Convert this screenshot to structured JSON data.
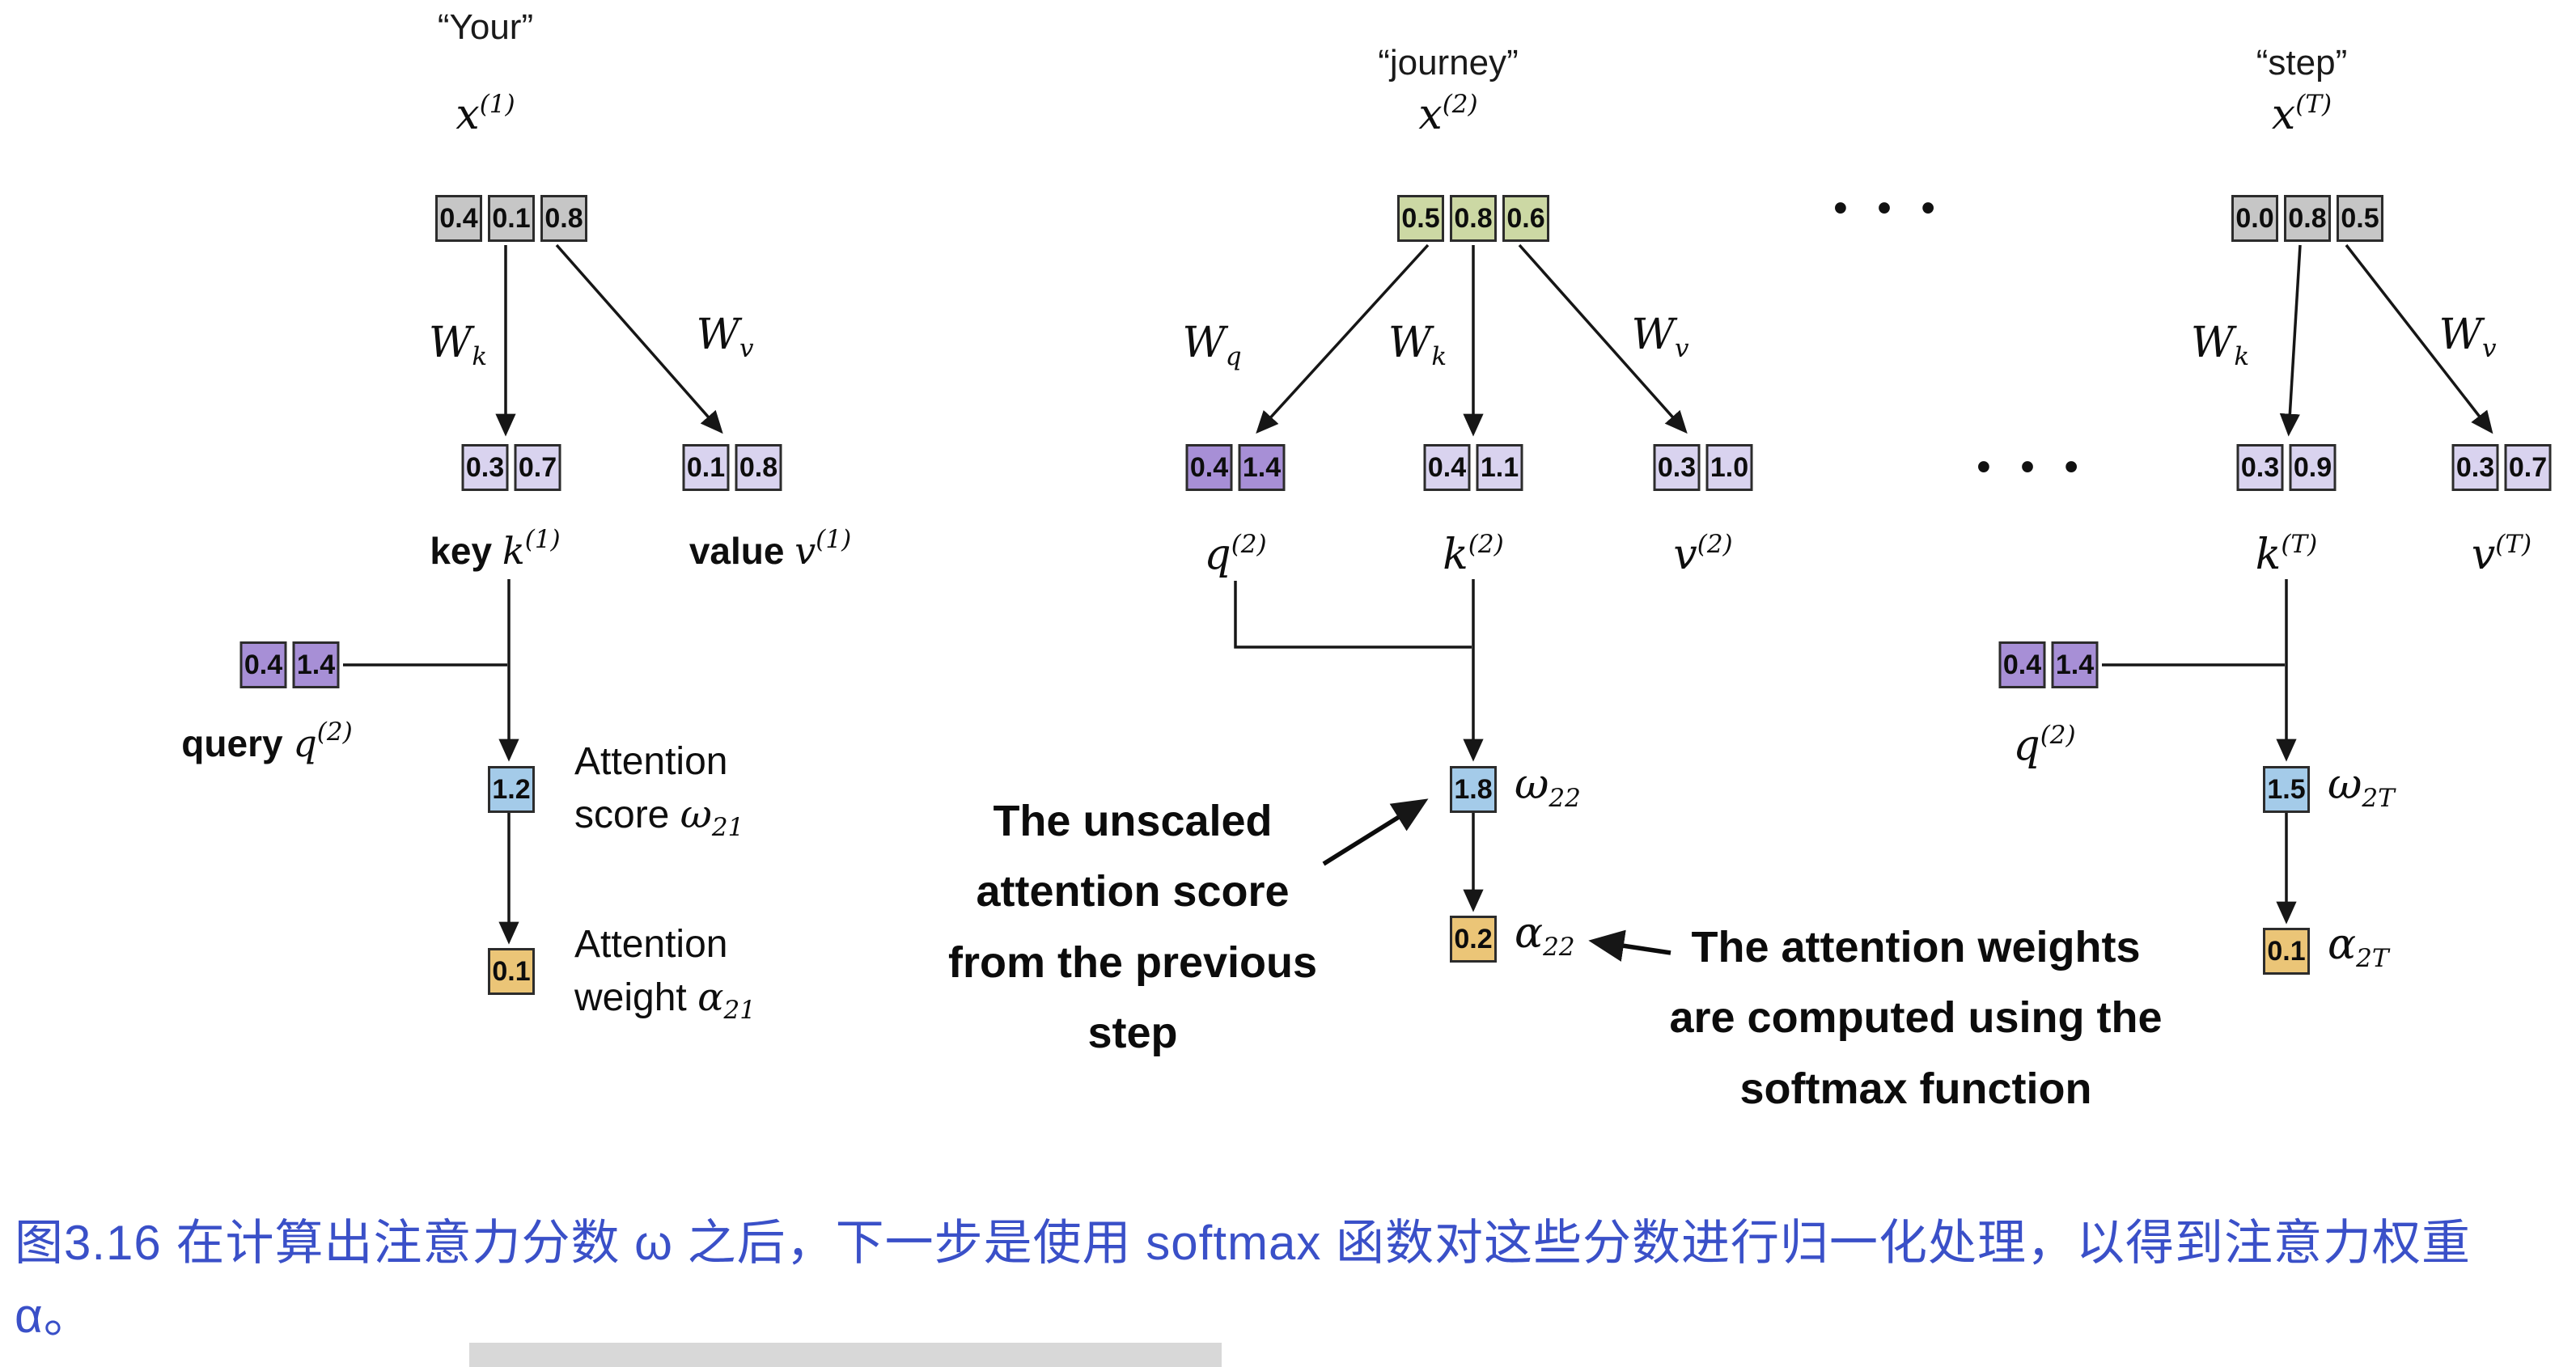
{
  "colors": {
    "gray": "#c6c6c6",
    "green": "#ccd8a4",
    "light_purple": "#d9d3ef",
    "purple": "#a78fd6",
    "blue": "#a4cbe9",
    "orange": "#ebc577",
    "caption": "#3a50c8"
  },
  "dots": "• • •",
  "col1": {
    "word": "“Your”",
    "x_base": "x",
    "x_sup": "(1)",
    "input": [
      "0.4",
      "0.1",
      "0.8"
    ],
    "wk_base": "W",
    "wk_sub": "k",
    "wv_base": "W",
    "wv_sub": "v",
    "key": [
      "0.3",
      "0.7"
    ],
    "value": [
      "0.1",
      "0.8"
    ],
    "key_word": "key",
    "key_base": "k",
    "key_sup": "(1)",
    "value_word": "value",
    "value_base": "v",
    "value_sup": "(1)",
    "query": [
      "0.4",
      "1.4"
    ],
    "query_word": "query",
    "query_base": "q",
    "query_sup": "(2)",
    "score": "1.2",
    "score_l1": "Attention",
    "score_l2": "score ",
    "score_sym": "ω",
    "score_sub": "21",
    "weight": "0.1",
    "weight_l1": "Attention",
    "weight_l2": "weight ",
    "weight_sym": "α",
    "weight_sub": "21"
  },
  "col2": {
    "word": "“journey”",
    "x_base": "x",
    "x_sup": "(2)",
    "input": [
      "0.5",
      "0.8",
      "0.6"
    ],
    "wq_base": "W",
    "wq_sub": "q",
    "wk_base": "W",
    "wk_sub": "k",
    "wv_base": "W",
    "wv_sub": "v",
    "q": [
      "0.4",
      "1.4"
    ],
    "k": [
      "0.4",
      "1.1"
    ],
    "v": [
      "0.3",
      "1.0"
    ],
    "q_base": "q",
    "q_sup": "(2)",
    "k_base": "k",
    "k_sup": "(2)",
    "v_base": "v",
    "v_sup": "(2)",
    "score": "1.8",
    "score_sym": "ω",
    "score_sub": "22",
    "weight": "0.2",
    "weight_sym": "α",
    "weight_sub": "22"
  },
  "col3": {
    "word": "“step”",
    "x_base": "x",
    "x_sup": "(T)",
    "input": [
      "0.0",
      "0.8",
      "0.5"
    ],
    "wk_base": "W",
    "wk_sub": "k",
    "wv_base": "W",
    "wv_sub": "v",
    "k": [
      "0.3",
      "0.9"
    ],
    "v": [
      "0.3",
      "0.7"
    ],
    "k_base": "k",
    "k_sup": "(T)",
    "v_base": "v",
    "v_sup": "(T)",
    "q": [
      "0.4",
      "1.4"
    ],
    "q_base": "q",
    "q_sup": "(2)",
    "score": "1.5",
    "score_sym": "ω",
    "score_sub": "2T",
    "weight": "0.1",
    "weight_sym": "α",
    "weight_sub": "2T"
  },
  "annotations": {
    "unscaled": [
      "The unscaled",
      "attention score",
      "from the previous",
      "step"
    ],
    "softmax": [
      "The attention weights",
      "are computed using the",
      "softmax function"
    ]
  },
  "caption": "图3.16 在计算出注意力分数 ω 之后，下一步是使用 softmax 函数对这些分数进行归一化处理，以得到注意力权重 α。"
}
